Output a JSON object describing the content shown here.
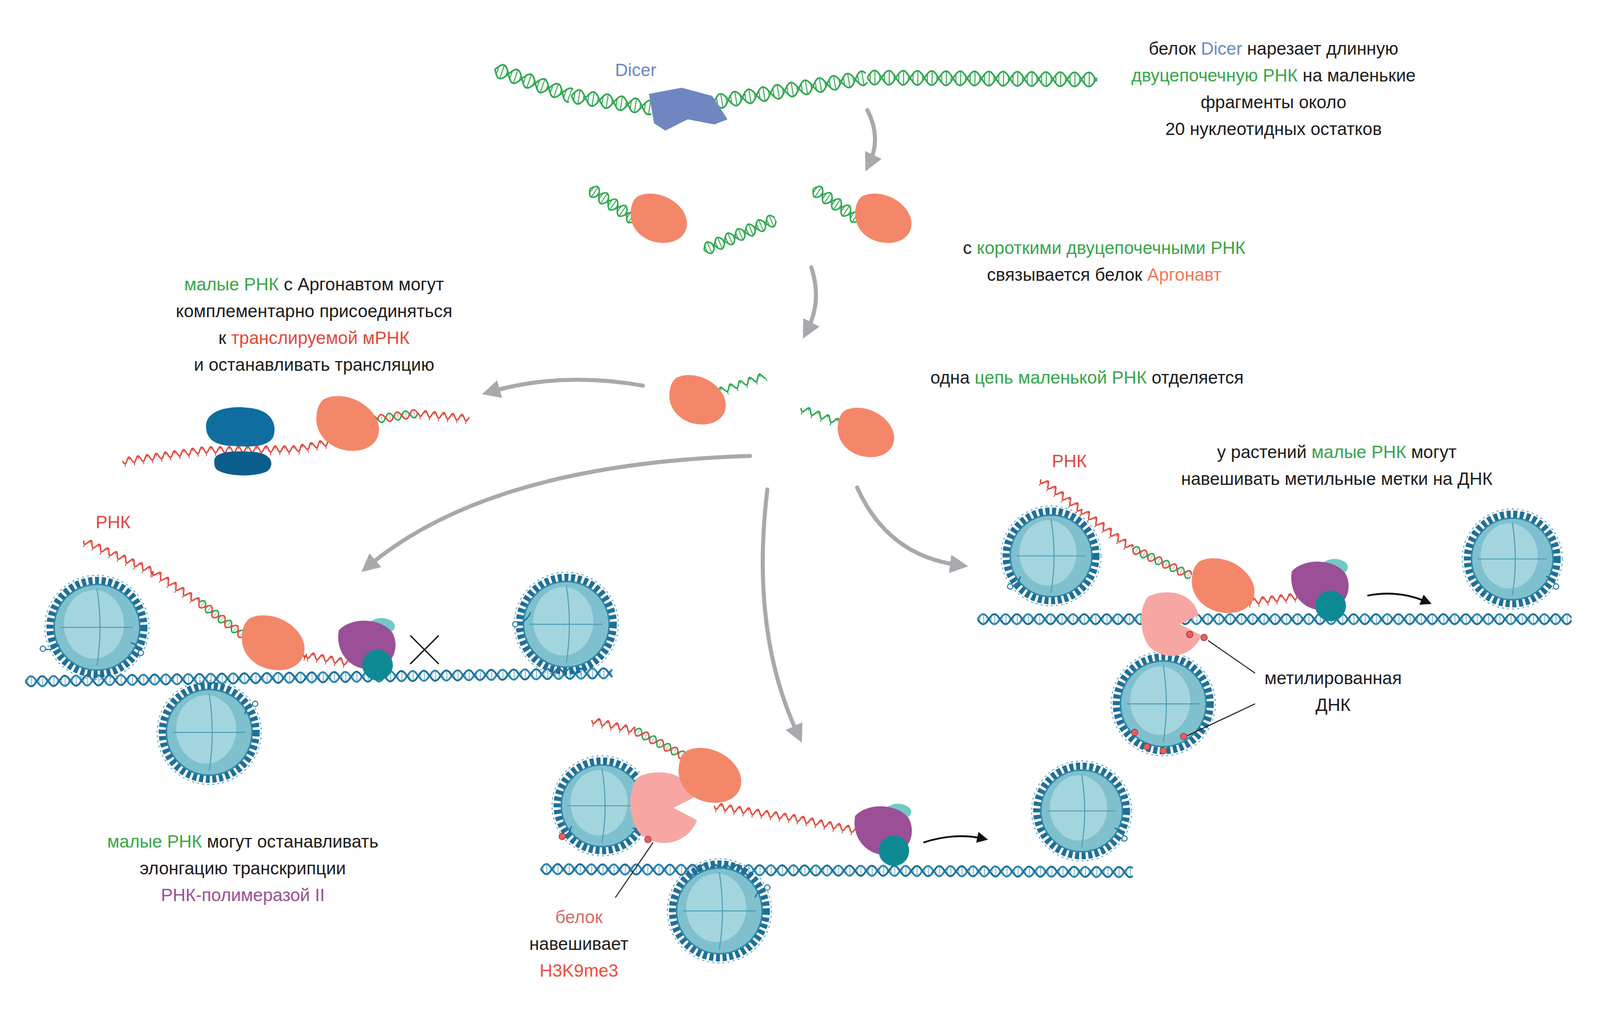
{
  "diagram": {
    "labels": [
      "Dicer",
      "белок Dicer нарезает длинную двуцепочечную РНК на маленькие фрагменты около 20 нуклеотидных остатков",
      "с короткими двуцепочечными РНК связывается белок Аргонавт",
      "малые РНК с Аргонавтом могут комплементарно присоединяться к транслируемой мРНК и останавливать трансляцию",
      "одна цепь маленькой РНК отделяется",
      "РНК",
      "малые РНК могут останавливать элонгацию транскрипции РНК-полимеразой II",
      "РНК",
      "у растений малые РНК могут навешивать метильные метки на ДНК",
      "метилированная ДНК",
      "белок навешивает H3K9me3"
    ]
  }
}
